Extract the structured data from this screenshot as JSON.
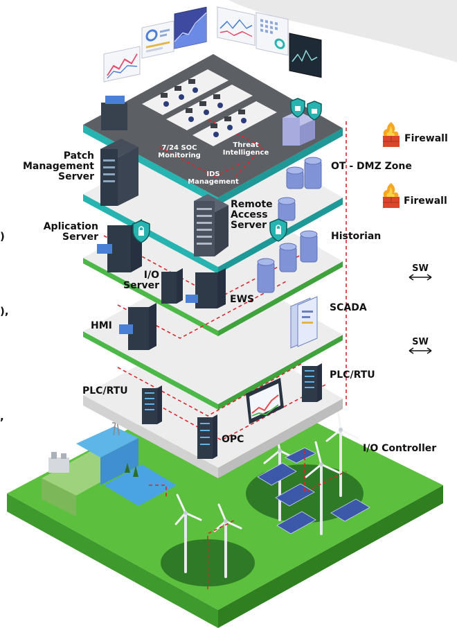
{
  "labels": {
    "patch_server": "Patch\nManagement\nServer",
    "application_server": "Aplication\nServer",
    "io_server": "I/O\nServer",
    "hmi": "HMI",
    "plc_rtu_left": "PLC/RTU",
    "opc": "OPC",
    "ews": "EWS",
    "remote_access": "Remote\nAccess\nServer",
    "soc": "7/24 SOC\nMonitoring",
    "threat": "Threat\nIntelligence",
    "ids": "IDS\nManagement",
    "firewall_top": "Firewall",
    "dmz": "OT - DMZ Zone",
    "firewall_mid": "Firewall",
    "historian": "Historian",
    "sw_1": "SW",
    "scada": "SCADA",
    "sw_2": "SW",
    "plc_rtu_right": "PLC/RTU",
    "io_controller": "I/O Controller"
  },
  "cutoff_text": [
    ")",
    "),",
    ","
  ],
  "colors": {
    "teal": "#27b3b0",
    "green": "#4cb848",
    "slab_top": "#ededed",
    "slab_side": "#d2d2d2",
    "dark_top": "#5c5f63",
    "ground": "#5cbf3d",
    "red_dash": "#d9262c",
    "server": "#2f3a48"
  }
}
